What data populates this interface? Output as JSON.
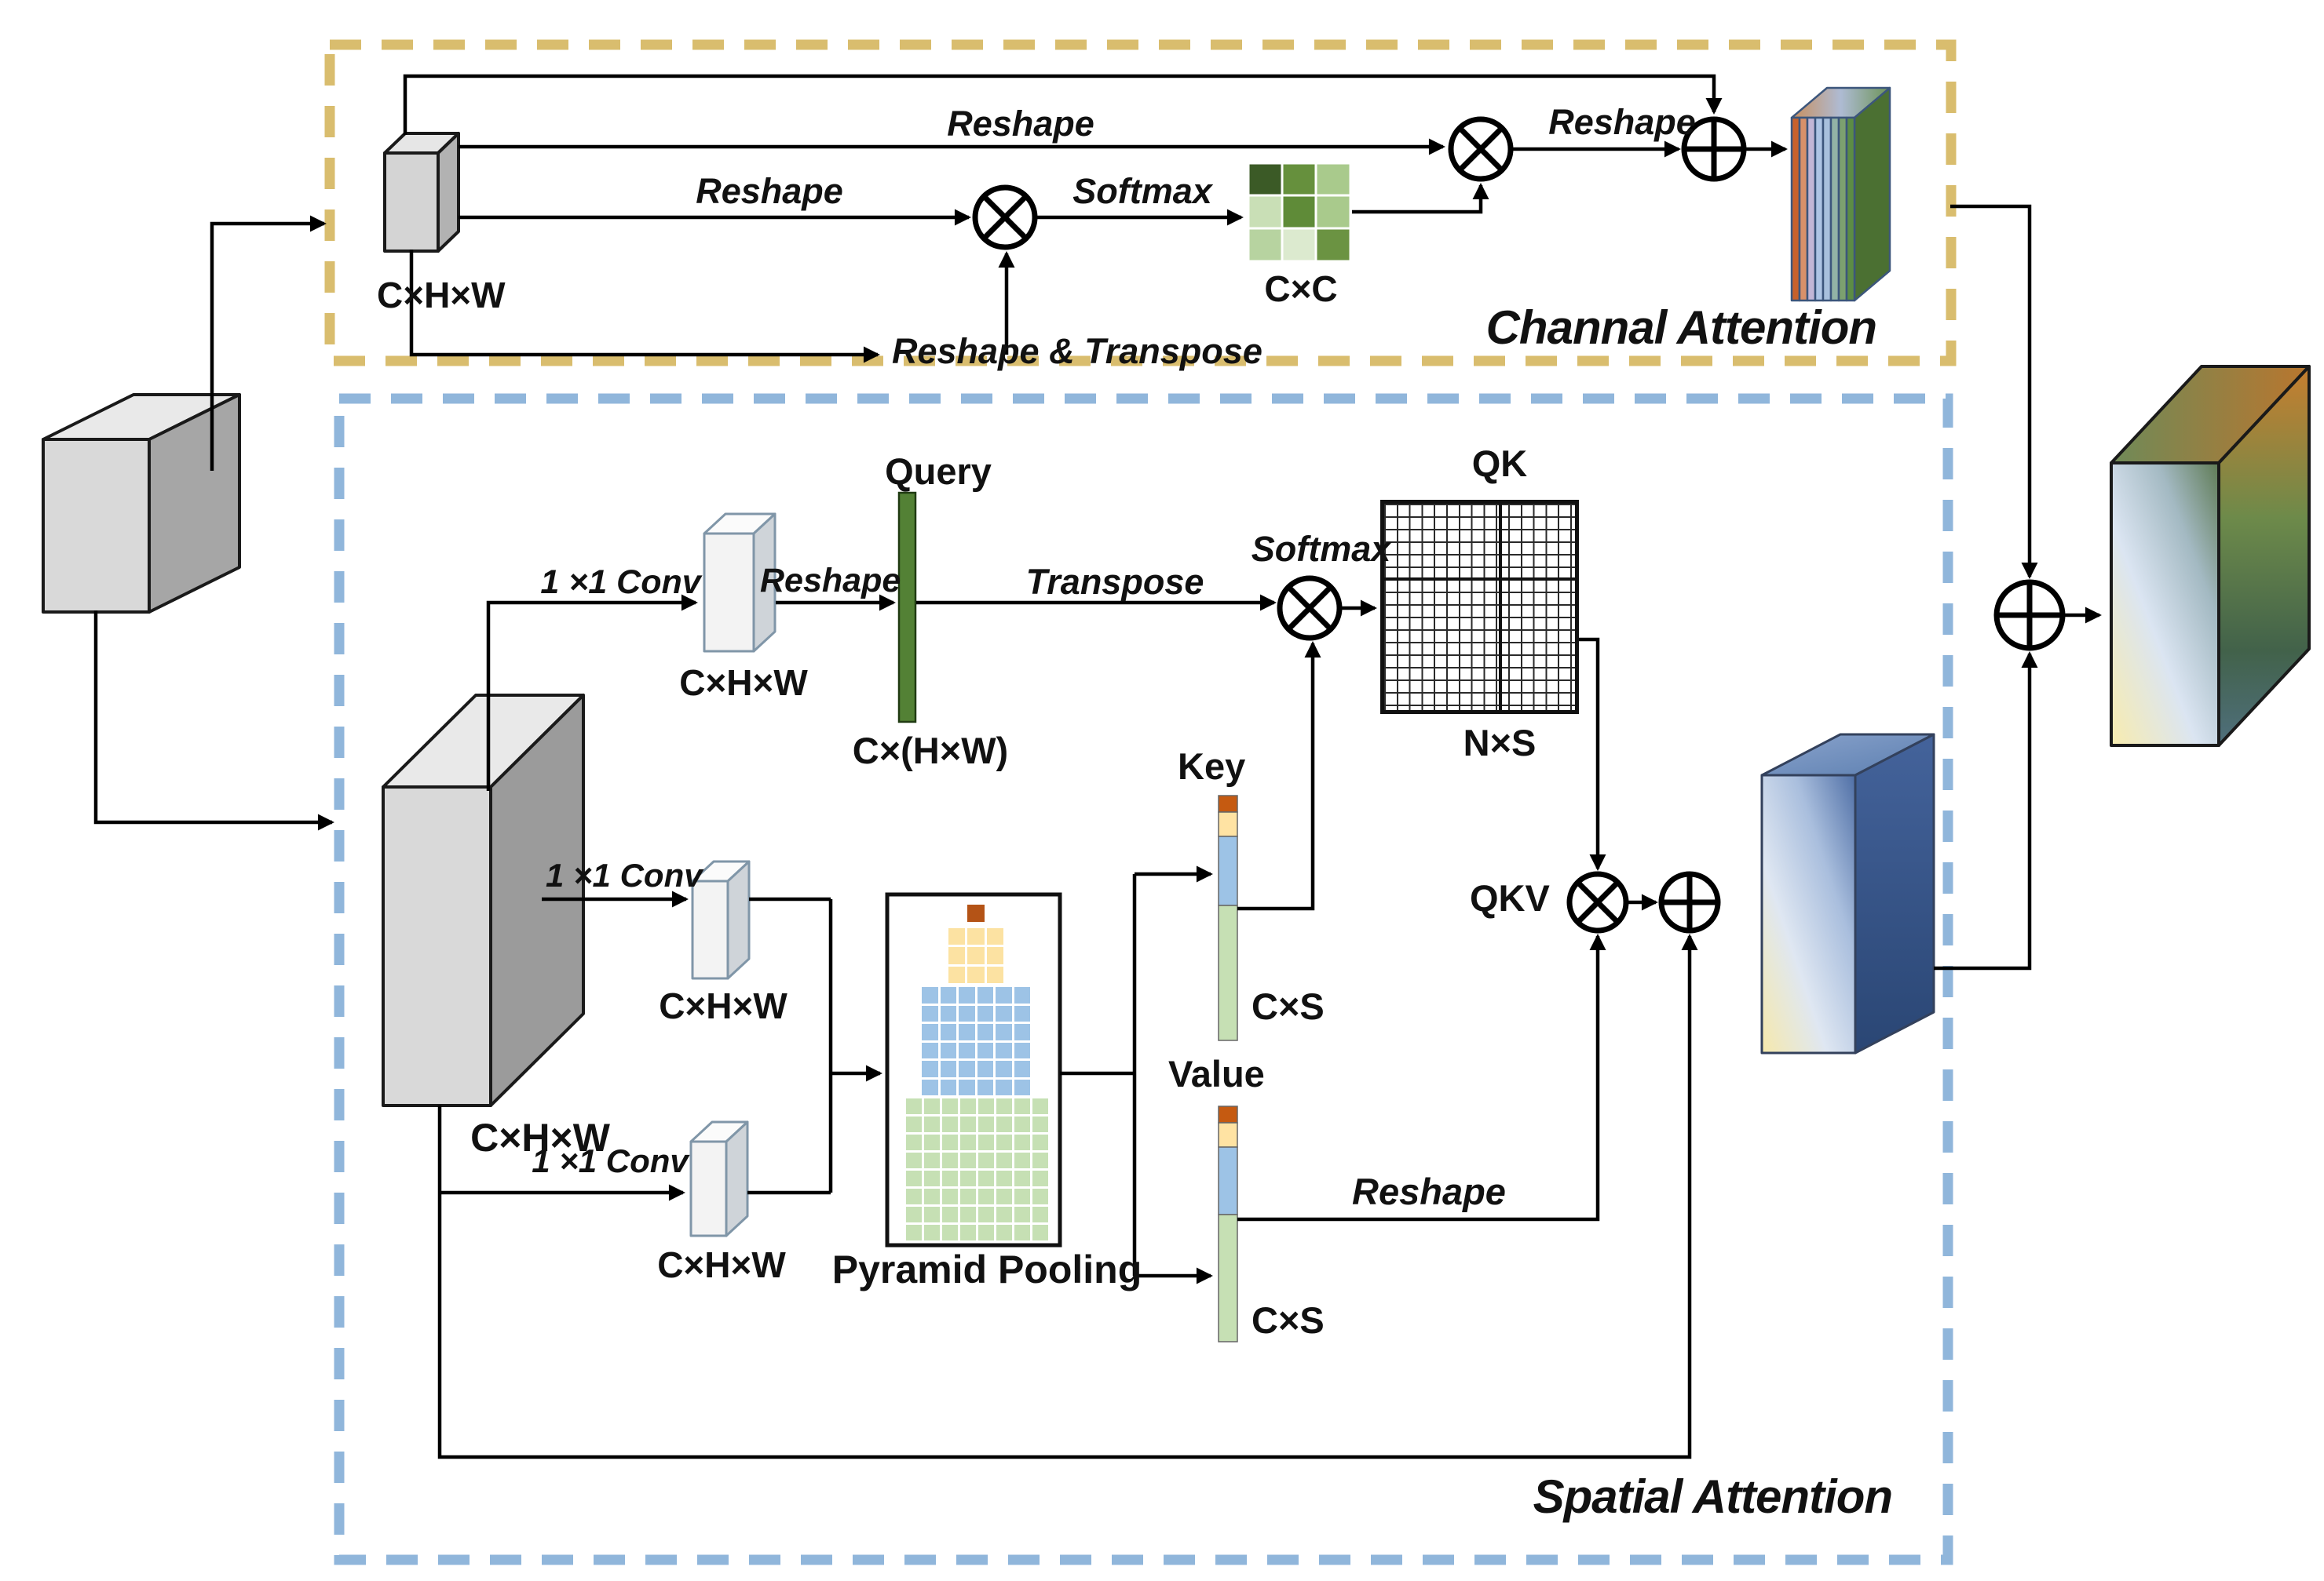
{
  "labels": {
    "reshape": "Reshape",
    "reshape_transpose": "Reshape & Transpose",
    "softmax": "Softmax",
    "transpose": "Transpose",
    "conv1x1": "1 ×1 Conv",
    "chw": "C×H×W",
    "chw_flat": "C×(H×W)",
    "cc": "C×C",
    "cs": "C×S",
    "ns": "N×S",
    "qk": "QK",
    "qkv": "QKV",
    "query": "Query",
    "key": "Key",
    "value": "Value",
    "pyramid_pooling": "Pyramid Pooling"
  },
  "sections": {
    "channel": {
      "title": "Channal Attention",
      "border_color": "#d9bd6e"
    },
    "spatial": {
      "title": "Spatial Attention",
      "border_color": "#90b6db"
    }
  },
  "channel_attention": {
    "cc_colors": [
      "#3b5a26",
      "#66903d",
      "#a9ca8c",
      "#c9dfb6",
      "#5f8b38",
      "#a9ca8c",
      "#b7d3a0",
      "#dceacf",
      "#6b9342"
    ],
    "output_stripes": [
      "#c7612c",
      "#d8916a",
      "#c2b6d6",
      "#adc4e4",
      "#a8c0dd",
      "#92b3a6",
      "#7ca06f",
      "#5c8c45"
    ]
  },
  "spatial_attention": {
    "query_color": "#538135",
    "bar_segments": {
      "orange": "#c55a11",
      "light_orange": "#ffe3a3",
      "blue": "#9dc3e6",
      "green": "#c6e0b4"
    },
    "pyramid": {
      "levels": [
        {
          "n": 1,
          "color": "#b45316"
        },
        {
          "n": 3,
          "color": "#fce2a2"
        },
        {
          "n": 6,
          "color": "#9dc3e6"
        },
        {
          "n": 8,
          "color": "#c6e0b4"
        }
      ]
    }
  }
}
